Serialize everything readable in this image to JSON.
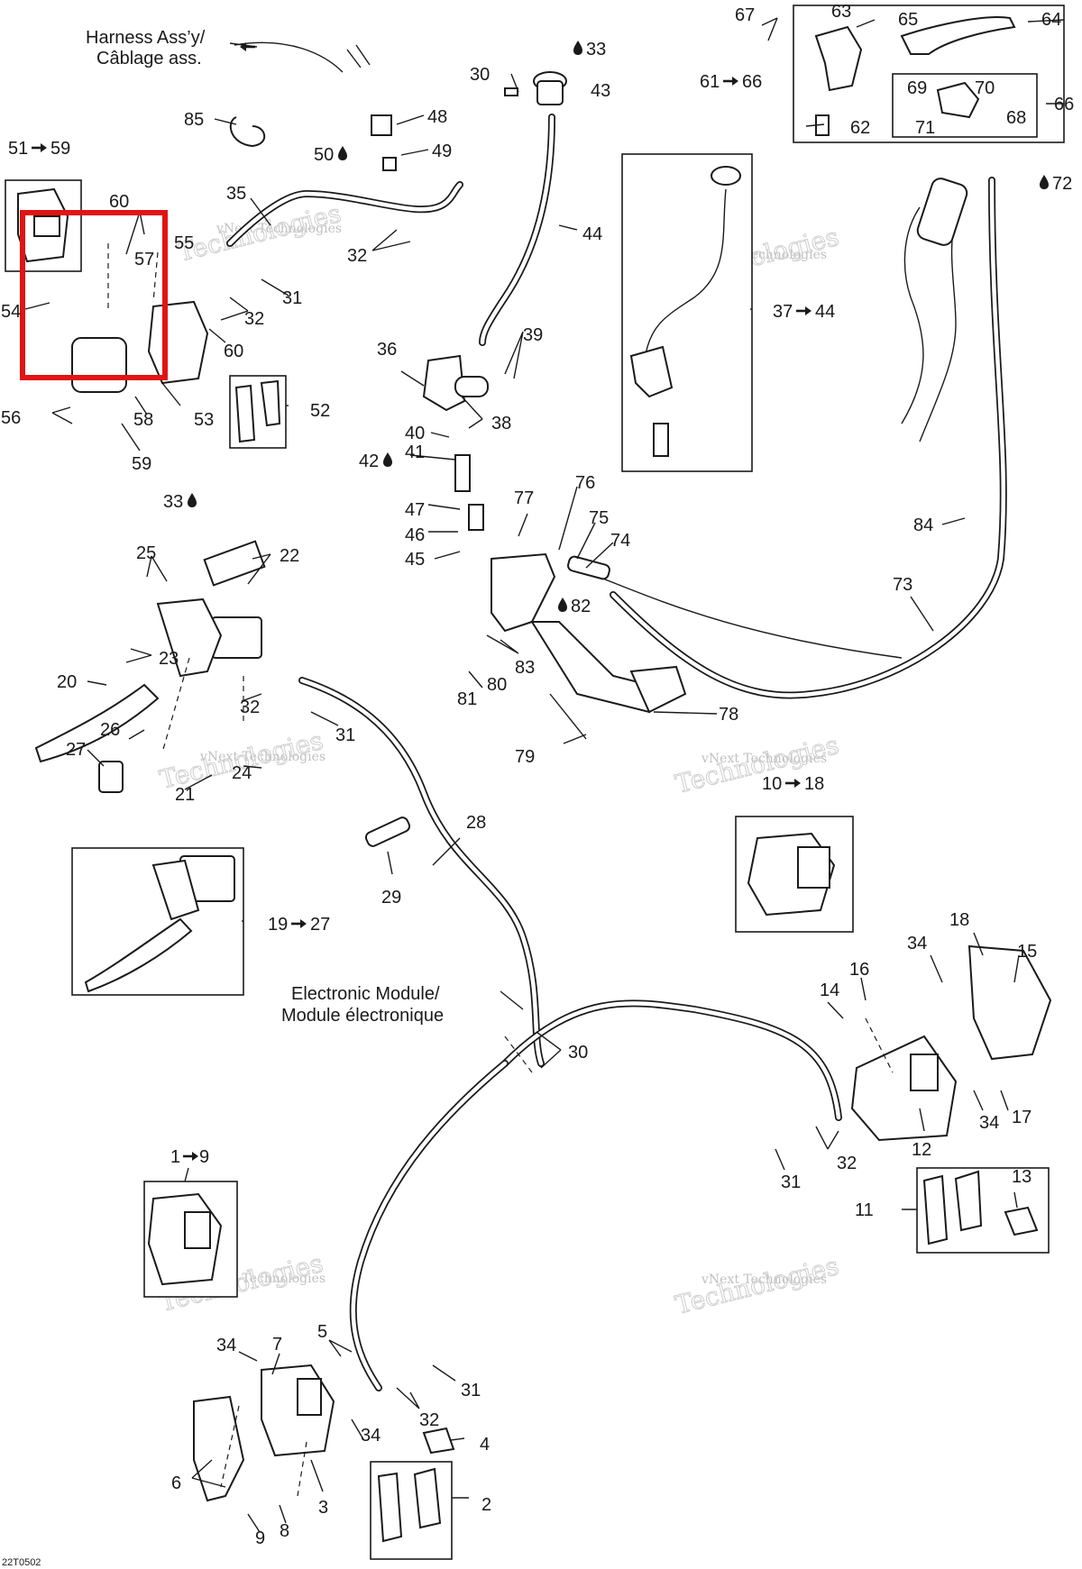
{
  "diagram_code": "22T0502",
  "highlight_color": "#e11414",
  "icon_names": [
    "fluid-drop-icon",
    "arrow-right-icon"
  ],
  "callouts": {
    "harness_en": "Harness Ass’y/",
    "harness_fr": "Câblage ass.",
    "module_en": "Electronic Module/",
    "module_fr": "Module électronique"
  },
  "watermark": {
    "line1": "vNext Technologies",
    "line2": "Technologies"
  },
  "ranges": {
    "r51_59": {
      "from": "51",
      "to": "59"
    },
    "r37_44": {
      "from": "37",
      "to": "44"
    },
    "r61_66": {
      "from": "61",
      "to": "66"
    },
    "r10_18": {
      "from": "10",
      "to": "18"
    },
    "r19_27": {
      "from": "19",
      "to": "27"
    },
    "r1_9": {
      "from": "1",
      "to": "9"
    }
  },
  "fluid_labels": {
    "p33a": "33",
    "p50": "50",
    "p42": "42",
    "p33b": "33",
    "p82": "82",
    "p72": "72"
  },
  "labels": {
    "p67": "67",
    "p63": "63",
    "p65": "65",
    "p64": "64",
    "p30a": "30",
    "p43": "43",
    "p66": "66",
    "p69": "69",
    "p70": "70",
    "p68": "68",
    "p71": "71",
    "p62": "62",
    "p85": "85",
    "p48": "48",
    "p49": "49",
    "p60a": "60",
    "p35": "35",
    "p55": "55",
    "p57": "57",
    "p32a": "32",
    "p44": "44",
    "p31a": "31",
    "p32b": "32",
    "p54": "54",
    "p60b": "60",
    "p39": "39",
    "p36": "36",
    "p52": "52",
    "p56": "56",
    "p58": "58",
    "p53": "53",
    "p59": "59",
    "p38": "38",
    "p40": "40",
    "p41": "41",
    "p77": "77",
    "p76": "76",
    "p75": "75",
    "p74": "74",
    "p47": "47",
    "p46": "46",
    "p45": "45",
    "p84": "84",
    "p22": "22",
    "p25": "25",
    "p73": "73",
    "p23": "23",
    "p83": "83",
    "p20": "20",
    "p81": "81",
    "p80": "80",
    "p32c": "32",
    "p78": "78",
    "p31b": "31",
    "p26": "26",
    "p27": "27",
    "p79": "79",
    "p24": "24",
    "p21": "21",
    "p28": "28",
    "p29": "29",
    "p18": "18",
    "p34a": "34",
    "p15": "15",
    "p16": "16",
    "p14": "14",
    "p30b": "30",
    "p34b": "34",
    "p17": "17",
    "p32d": "32",
    "p12": "12",
    "p31c": "31",
    "p13": "13",
    "p11": "11",
    "p34c": "34",
    "p7": "7",
    "p5": "5",
    "p31d": "31",
    "p32e": "32",
    "p34d": "34",
    "p4": "4",
    "p6": "6",
    "p3": "3",
    "p2": "2",
    "p9": "9",
    "p8": "8"
  }
}
